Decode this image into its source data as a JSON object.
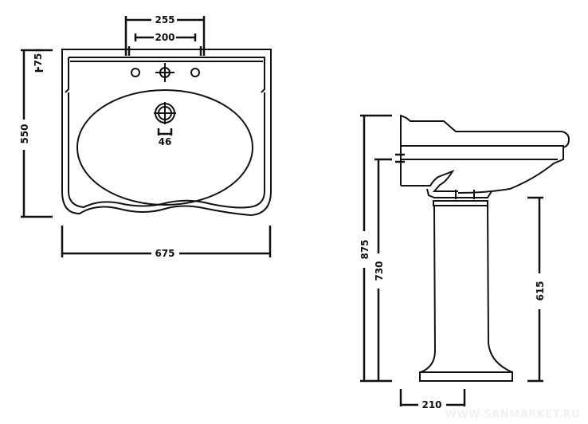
{
  "front_view": {
    "dim_width": "675",
    "dim_height": "550",
    "dim_tap_holes_outer": "255",
    "dim_tap_holes_inner": "200",
    "dim_top_offset": "75",
    "dim_drain": "46"
  },
  "side_view": {
    "dim_total_height": "875",
    "dim_rim_height": "730",
    "dim_pedestal_height": "615",
    "dim_pedestal_depth": "210"
  },
  "watermark": "WWW.SANMARKET.RU"
}
